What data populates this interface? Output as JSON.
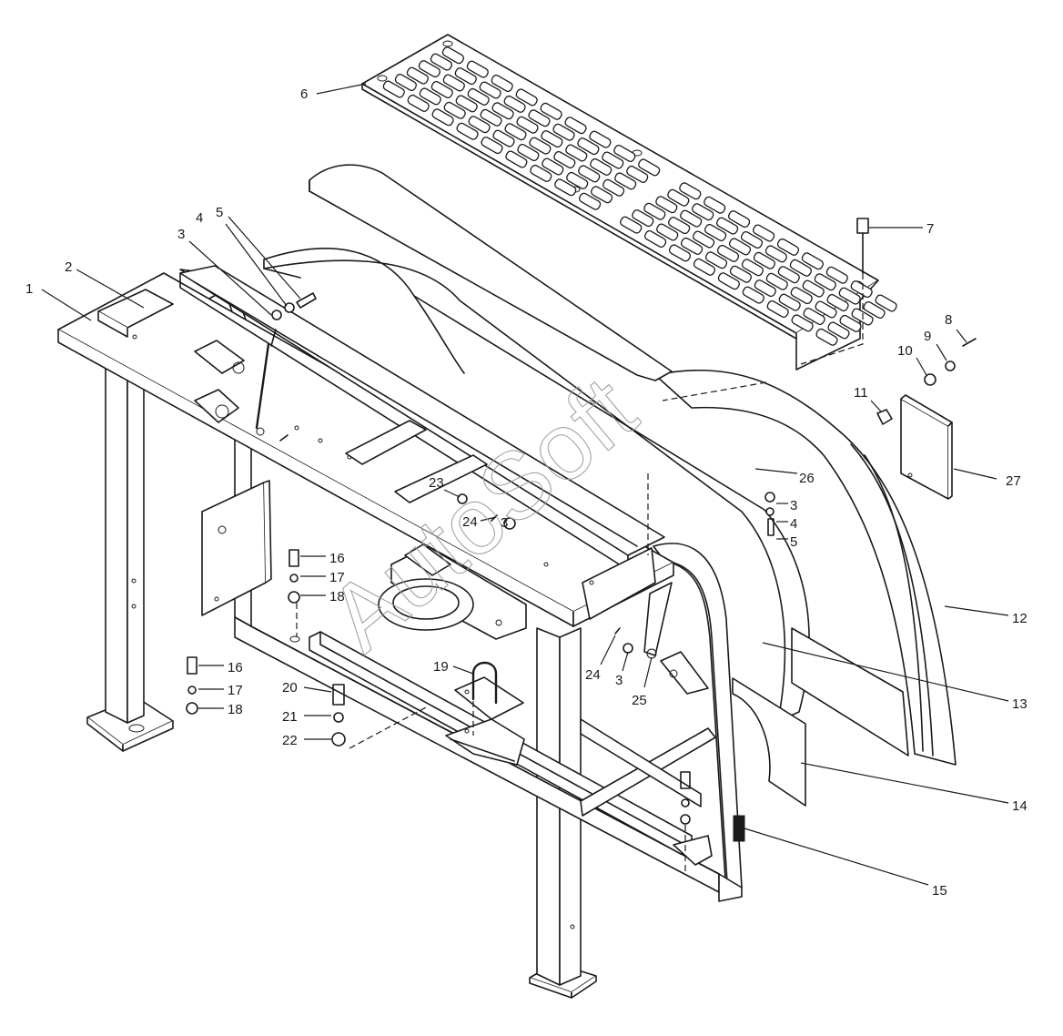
{
  "watermark": "AutoSoft",
  "callouts": [
    {
      "id": "c1",
      "text": "1"
    },
    {
      "id": "c2",
      "text": "2"
    },
    {
      "id": "c3a",
      "text": "3"
    },
    {
      "id": "c3b",
      "text": "3"
    },
    {
      "id": "c3c",
      "text": "3"
    },
    {
      "id": "c3d",
      "text": "3"
    },
    {
      "id": "c4a",
      "text": "4"
    },
    {
      "id": "c4b",
      "text": "4"
    },
    {
      "id": "c5a",
      "text": "5"
    },
    {
      "id": "c5b",
      "text": "5"
    },
    {
      "id": "c6",
      "text": "6"
    },
    {
      "id": "c7",
      "text": "7"
    },
    {
      "id": "c8",
      "text": "8"
    },
    {
      "id": "c9",
      "text": "9"
    },
    {
      "id": "c10",
      "text": "10"
    },
    {
      "id": "c11",
      "text": "11"
    },
    {
      "id": "c12",
      "text": "12"
    },
    {
      "id": "c13",
      "text": "13"
    },
    {
      "id": "c14",
      "text": "14"
    },
    {
      "id": "c15",
      "text": "15"
    },
    {
      "id": "c16a",
      "text": "16"
    },
    {
      "id": "c16b",
      "text": "16"
    },
    {
      "id": "c17a",
      "text": "17"
    },
    {
      "id": "c17b",
      "text": "17"
    },
    {
      "id": "c18a",
      "text": "18"
    },
    {
      "id": "c18b",
      "text": "18"
    },
    {
      "id": "c19",
      "text": "19"
    },
    {
      "id": "c20",
      "text": "20"
    },
    {
      "id": "c21",
      "text": "21"
    },
    {
      "id": "c22",
      "text": "22"
    },
    {
      "id": "c23",
      "text": "23"
    },
    {
      "id": "c24a",
      "text": "24"
    },
    {
      "id": "c24b",
      "text": "24"
    },
    {
      "id": "c25",
      "text": "25"
    },
    {
      "id": "c26",
      "text": "26"
    },
    {
      "id": "c27",
      "text": "27"
    }
  ]
}
